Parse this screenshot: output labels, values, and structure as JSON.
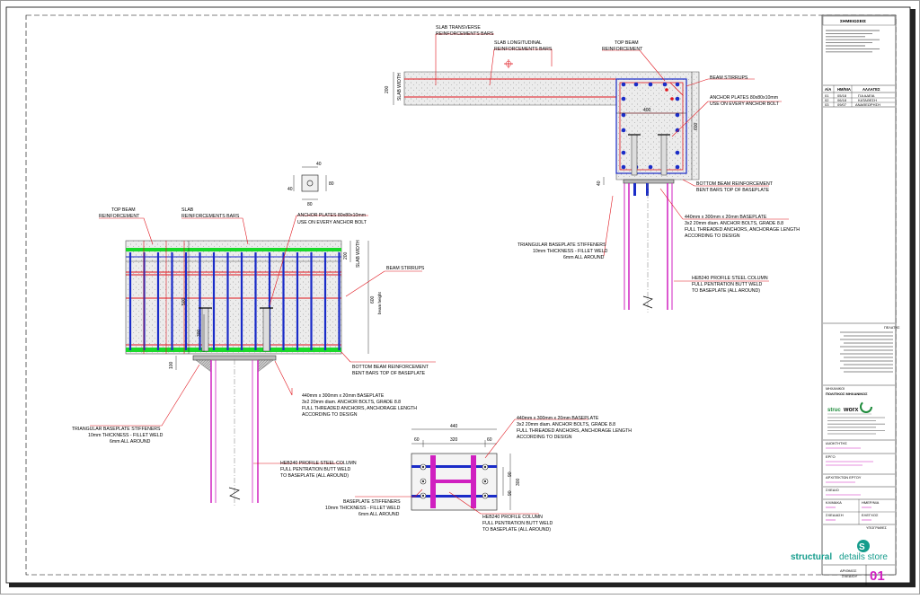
{
  "colors": {
    "pink": "#d020c0",
    "blue": "#1a2cc8",
    "green": "#19d92a",
    "red": "#e0141c",
    "concrete": "#eeeeee",
    "brand_teal": "#159c8c"
  },
  "left_elevation": {
    "top_beam_reinforcement": [
      "TOP BEAM",
      "REINFORCEMENT"
    ],
    "slab_reinforcement": [
      "SLAB",
      "REINFORCEMENTS BARS"
    ],
    "anchor_plates": [
      "ANCHOR PLATES 80x80x10mm",
      "USE ON EVERY ANCHOR BOLT"
    ],
    "beam_stirrups": "BEAM STIRRUPS",
    "slab_width": "SLAB WIDTH",
    "beam_height": "beam height",
    "dim_200": "200",
    "dim_600": "600",
    "dim_500": "500",
    "dim_300": "300",
    "dim_100": "100",
    "bottom_beam": [
      "BOTTOM BEAM REINFORCEMENT",
      "BENT BARS TOP OF BASEPLATE"
    ],
    "baseplate": [
      "440mm x 300mm x 20mm BASEPLATE",
      "3x2 20mm  diam. ANCHOR BOLTS, GRADE 8.8",
      "FULL THREADED ANCHORS, ANCHORAGE LENGTH",
      "ACCORDING TO DESIGN"
    ],
    "stiffeners": [
      "TRIANGULAR BASEPLATE STIFFENERS",
      "10mm THICKNESS - FILLET WELD",
      "6mm ALL AROUND"
    ],
    "column": [
      "HEB240 PROFILE STEEL COLUMN",
      "FULL PENTRATION BUTT WELD",
      "TO BASEPLATE (ALL AROUND)"
    ]
  },
  "anchor_plate_detail": {
    "dim_40": "40",
    "dim_80": "80"
  },
  "right_section": {
    "slab_transverse": [
      "SLAB TRANSVERSE",
      "REINFORCEMENTS BARS"
    ],
    "slab_longitudinal": [
      "SLAB LONGITUDINAL",
      "REINFORCEMENTS BARS"
    ],
    "top_beam_reinforcement": [
      "TOP BEAM",
      "REINFORCEMENT"
    ],
    "beam_stirrups": "BEAM STIRRUPS",
    "anchor_plates": [
      "ANCHOR PLATES 80x80x10mm",
      "USE ON EVERY ANCHOR BOLT"
    ],
    "slab_width": "SLAB WIDTH",
    "dim_200": "200",
    "dim_400": "400",
    "dim_600": "600",
    "dim_40": "40",
    "bottom_beam": [
      "BOTTOM BEAM REINFORCEMENT",
      "BENT BARS TOP OF BASEPLATE"
    ],
    "baseplate": [
      "440mm x 300mm x 20mm BASEPLATE",
      "3x2 20mm  diam. ANCHOR BOLTS, GRADE 8.8",
      "FULL THREADED ANCHORS, ANCHORAGE LENGTH",
      "ACCORDING TO DESIGN"
    ],
    "stiffeners": [
      "TRIANGULAR BASEPLATE STIFFENERS",
      "10mm THICKNESS - FILLET WELD",
      "6mm ALL AROUND"
    ],
    "column": [
      "HEB240 PROFILE STEEL COLUMN",
      "FULL PENTRATION BUTT WELD",
      "TO BASEPLATE (ALL AROUND)"
    ]
  },
  "plan_view": {
    "dim_440": "440",
    "dim_60a": "60",
    "dim_320": "320",
    "dim_60b": "60",
    "dim_300": "300",
    "dim_90a": "90",
    "dim_90b": "90",
    "baseplate": [
      "440mm x 300mm x 20mm BASEPLATE",
      "3x2 20mm  diam. ANCHOR BOLTS, GRADE 8.8",
      "FULL THREADED ANCHORS, ANCHORAGE LENGTH",
      "ACCORDING TO DESIGN"
    ],
    "stiffeners": [
      "BASEPLATE STIFFENERS",
      "10mm THICKNESS - FILLET WELD",
      "6mm ALL AROUND"
    ],
    "column": [
      "HEB240 PROFILE COLUMN",
      "FULL PENTRATION BUTT WELD",
      "TO BASEPLATE (ALL AROUND)"
    ]
  },
  "title_block": {
    "notes_title": "ΣΗΜΕΙΩΣΕΙΣ",
    "revisions_header": [
      "Α/Α",
      "ΗΜ/ΝΙΑ",
      "ΑΛΛΑΓΕΣ"
    ],
    "revisions": [
      [
        "01",
        "05/18",
        "ΓΙΑ ΑΔΕΙΑ"
      ],
      [
        "02",
        "06/18",
        "ΚΑΤΑΘΕΣΗ"
      ],
      [
        "03",
        "09/07",
        "ΑΝΑΘΕΩΡΗΣΗ"
      ]
    ],
    "client_label": "ΠΕΛΑΤΗΣ",
    "engineers_label": "ΜΗΧΑΝΙΚΟΙ",
    "engineers_title": "ΠΟΛΙΤΙΚΟΣ ΜΗΧΑΝΙΚΟΣ",
    "logo_main": "struc",
    "logo_accent": "worx",
    "owner_label": "ΙΔΙΟΚΤΗΤΗΣ",
    "project_label": "ΕΡΓΟ",
    "architect_label": "ΑΡΧΙΤΕΚΤΩΝ ΕΡΓΟΥ",
    "drawing_label": "ΣΧΕΔΙΟ",
    "scale_label": "ΚΛΙΜΑΚΑ",
    "date_label": "ΗΜΕΡ/ΝΙΑ",
    "drawn_label": "ΣΧΕΔΙΑΣΗ",
    "checked_label": "ΕΛΕΓΧΟΣ",
    "signatures_label": "ΥΠΟΓΡΑΦΕΣ",
    "brand_bold": "structural",
    "brand_light": "details store",
    "drawing_number_label": [
      "ΑΡΙΘΜΟΣ",
      "ΣΧΕΔΙΟΥ"
    ],
    "drawing_number": "01"
  }
}
